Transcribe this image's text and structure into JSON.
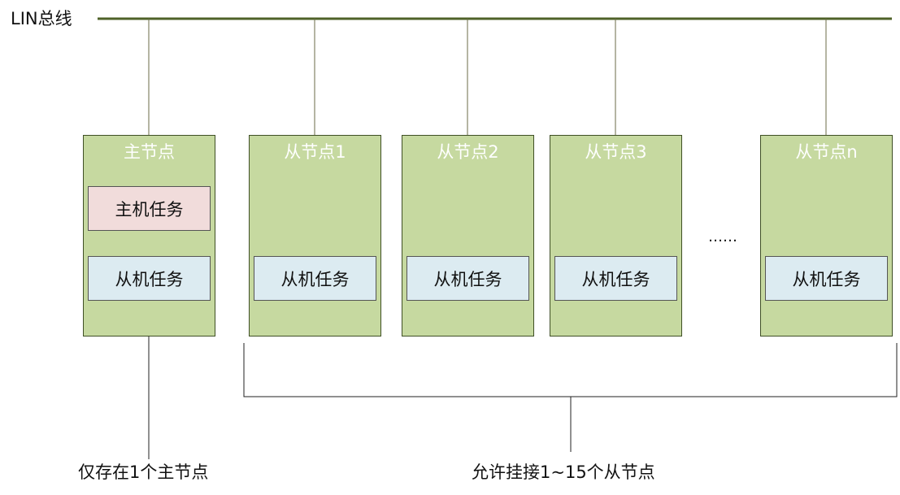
{
  "bus": {
    "label": "LIN总线",
    "color": "#4f6228"
  },
  "master_node": {
    "title": "主节点",
    "master_task": "主机任务",
    "slave_task": "从机任务"
  },
  "slave_nodes": [
    {
      "title": "从节点1",
      "slave_task": "从机任务"
    },
    {
      "title": "从节点2",
      "slave_task": "从机任务"
    },
    {
      "title": "从节点3",
      "slave_task": "从机任务"
    },
    {
      "title": "从节点n",
      "slave_task": "从机任务"
    }
  ],
  "ellipsis": "……",
  "annotations": {
    "master_note": "仅存在1个主节点",
    "slaves_note": "允许挂接1~15个从节点"
  },
  "colors": {
    "node_fill": "#c6d9a0",
    "node_border": "#3f4f25",
    "master_task_fill": "#f1dcdb",
    "slave_task_fill": "#dcebf1"
  }
}
